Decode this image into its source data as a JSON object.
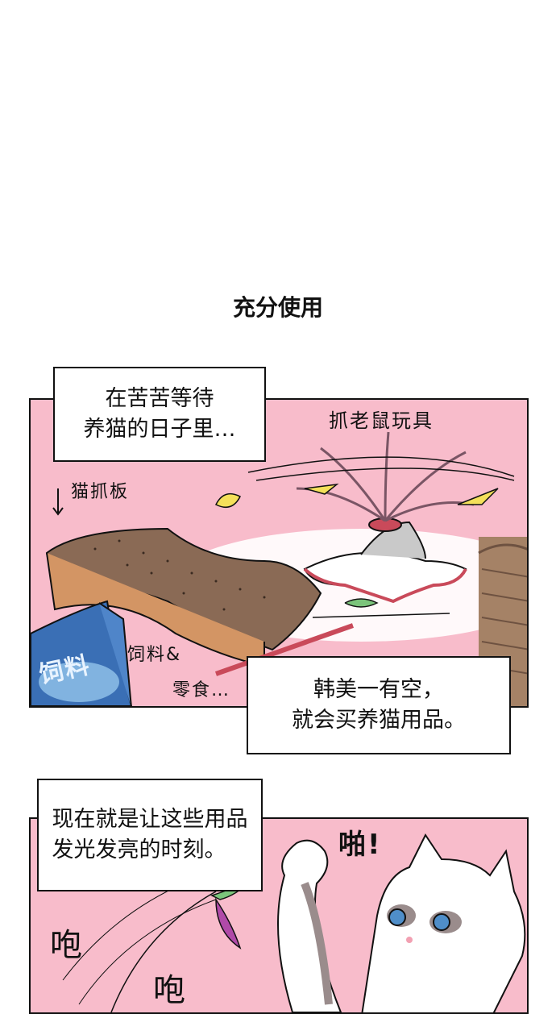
{
  "title": "充分使用",
  "panel1": {
    "caption_top": "在苦苦等待\n养猫的日子里…",
    "caption_bottom": "韩美一有空，\n就会买养猫用品。",
    "label_mouse_toy": "抓老鼠玩具",
    "label_scratch_board": "猫抓板",
    "label_food_line1": "饲料&",
    "label_food_line2": "零食…",
    "bag_text": "饲料"
  },
  "panel2": {
    "caption": "现在就是让这些用品\n发光发亮的时刻。",
    "sfx_pa": "啪!",
    "sfx_swing1": "咆",
    "sfx_swing2": "咆"
  },
  "colors": {
    "panel_bg": "#f8bccb",
    "scratcher_brown": "#8a6a55",
    "bag_blue": "#3a6fb5",
    "toy_red": "#c94a5a"
  }
}
